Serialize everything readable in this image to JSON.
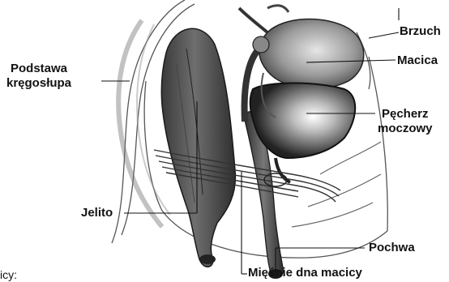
{
  "labels": {
    "spine_line1": "Podstawa",
    "spine_line2": "kręgosłupa",
    "abdomen": "Brzuch",
    "uterus": "Macica",
    "bladder_line1": "Pęcherz",
    "bladder_line2": "moczowy",
    "bowel": "Jelito",
    "vagina": "Pochwa",
    "pelvic_floor": "Mięśnie dna macicy"
  },
  "edge_fragment": "icy:"
}
